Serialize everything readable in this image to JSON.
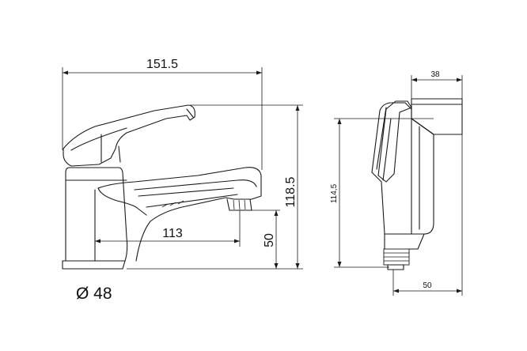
{
  "faucet_view": {
    "dimensions": {
      "width": "151.5",
      "height": "118.5",
      "spout_reach": "113",
      "spout_height": "50",
      "base_diameter": "Ø 48"
    }
  },
  "sprayer_view": {
    "dimensions": {
      "head_width": "38",
      "height": "114,5",
      "base_width": "50"
    }
  }
}
